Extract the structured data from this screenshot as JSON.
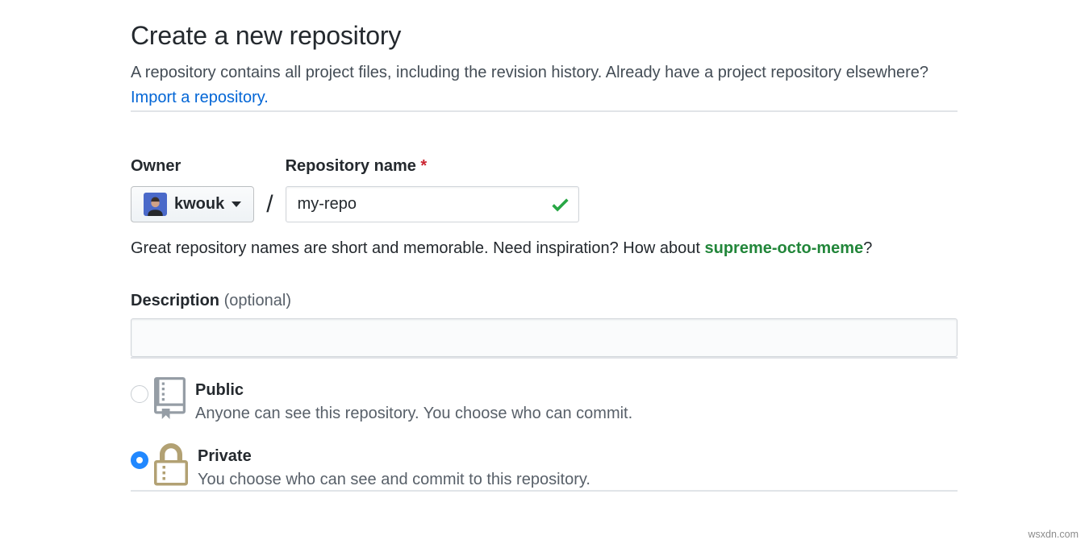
{
  "header": {
    "title": "Create a new repository",
    "intro_text": "A repository contains all project files, including the revision history. Already have a project repository elsewhere?",
    "import_link": "Import a repository."
  },
  "owner_field": {
    "label": "Owner",
    "username": "kwouk"
  },
  "separator": "/",
  "repo_name_field": {
    "label": "Repository name",
    "required_mark": "*",
    "value": "my-repo"
  },
  "suggestion": {
    "text_before": "Great repository names are short and memorable. Need inspiration? How about",
    "name": "supreme-octo-meme",
    "text_after": "?"
  },
  "description_field": {
    "label": "Description",
    "optional_label": "(optional)",
    "value": ""
  },
  "visibility": {
    "options": [
      {
        "label": "Public",
        "description": "Anyone can see this repository. You choose who can commit.",
        "selected": false,
        "icon": "repo-book-icon"
      },
      {
        "label": "Private",
        "description": "You choose who can see and commit to this repository.",
        "selected": true,
        "icon": "lock-icon"
      }
    ]
  },
  "watermark": "wsxdn.com",
  "colors": {
    "link_blue": "#0366d6",
    "suggestion_green": "#22863a",
    "check_green": "#28a745",
    "required_red": "#cb2431",
    "radio_selected_blue": "#2188ff",
    "lock_gold": "#b2a173",
    "book_gray": "#959da5",
    "divider_gray": "#e1e4e8"
  }
}
